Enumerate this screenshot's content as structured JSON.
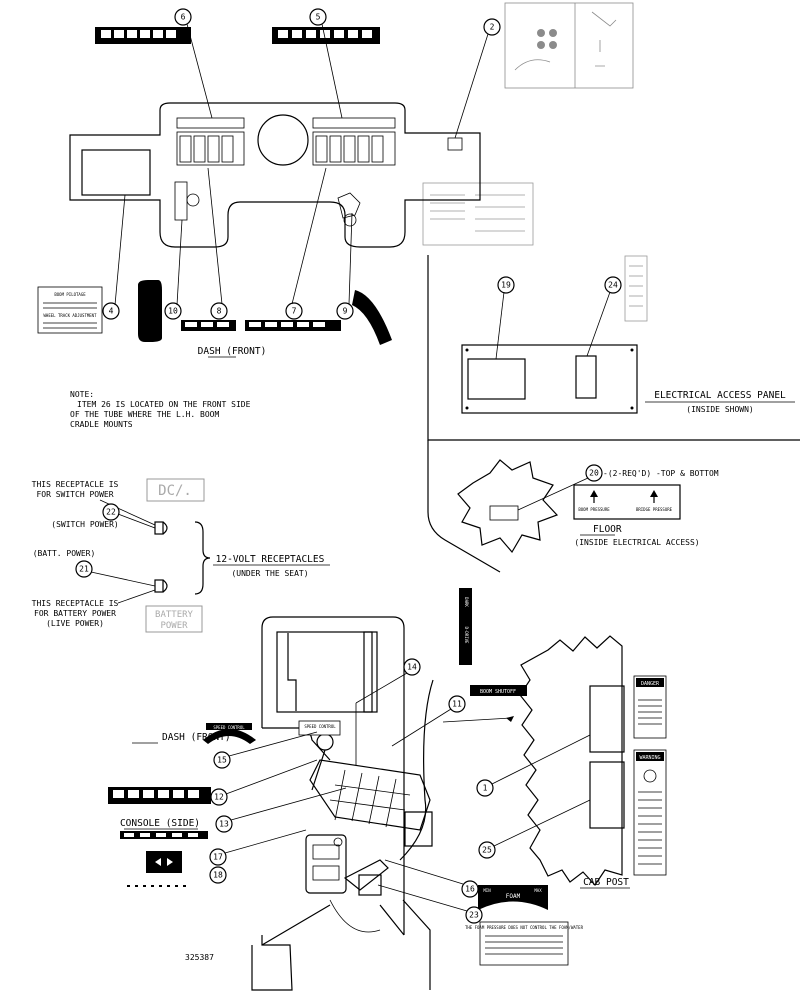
{
  "callouts": {
    "c1": "1",
    "c2": "2",
    "c4": "4",
    "c5": "5",
    "c6": "6",
    "c7": "7",
    "c8": "8",
    "c9": "9",
    "c10": "10",
    "c11": "11",
    "c12": "12",
    "c13": "13",
    "c14": "14",
    "c15": "15",
    "c16": "16",
    "c17": "17",
    "c18": "18",
    "c19": "19",
    "c20": "20",
    "c21": "21",
    "c22": "22",
    "c23": "23",
    "c24": "24",
    "c25": "25"
  },
  "captions": {
    "dash_front_top": "DASH (FRONT)",
    "electrical_access_panel": "ELECTRICAL ACCESS PANEL",
    "inside_shown": "(INSIDE SHOWN)",
    "floor": "FLOOR",
    "inside_electrical_access": "(INSIDE ELECTRICAL ACCESS)",
    "floor_note": "-(2-REQ'D) -TOP & BOTTOM",
    "receptacles": "12-VOLT RECEPTACLES",
    "under_seat": "(UNDER THE SEAT)",
    "dash_front_lower": "DASH (FRONT)",
    "console_side": "CONSOLE (SIDE)",
    "cab_post": "CAB POST"
  },
  "note": {
    "line1": "NOTE:",
    "line2": "ITEM 26 IS LOCATED ON THE FRONT SIDE",
    "line3": "OF THE TUBE WHERE THE L.H. BOOM",
    "line4": "CRADLE MOUNTS"
  },
  "receptacle_text": {
    "switch_line1": "THIS RECEPTACLE IS",
    "switch_line2": "FOR SWITCH POWER",
    "switch_tag": "(SWITCH POWER)",
    "batt_tag": "(BATT. POWER)",
    "battery_line1": "THIS RECEPTACLE IS",
    "battery_line2": "FOR BATTERY POWER",
    "battery_line3": "(LIVE POWER)"
  },
  "decals": {
    "dc": "DC/.",
    "battery_power_1": "BATTERY",
    "battery_power_2": "POWER",
    "boom_shutoff": "BOOM SHUTOFF",
    "speed_control": "SPEED CONTROL",
    "boom_pressure": "BOOM PRESSURE",
    "bridge_pressure": "BRIDGE PRESSURE",
    "foam": "FOAM",
    "foam_min": "MIN",
    "foam_max": "MAX",
    "danger": "DANGER",
    "warning": "WARNING",
    "wheel_track": "WHEEL TRACK ADJUSTMENT",
    "boom_pilot": "BOOM PILOTAGE",
    "decal_vertical_1": "DARK",
    "decal_vertical_2": "D-DRIVE",
    "foam_notice": "THE FOAM PRESSURE DOES NOT CONTROL THE FOAM/WATER"
  },
  "drawing_number": "325387"
}
